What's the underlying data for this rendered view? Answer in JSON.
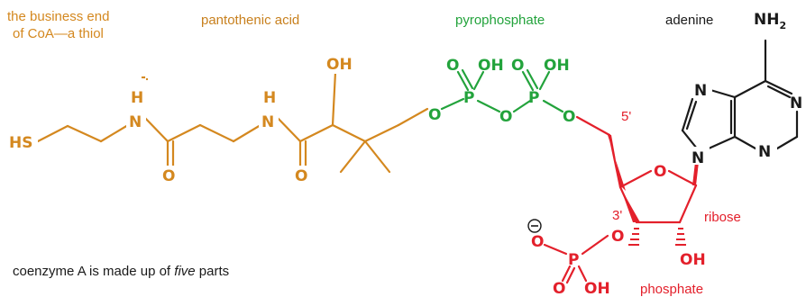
{
  "colors": {
    "thiol": "#d4881f",
    "pantothenic": "#c8801e",
    "pyrophosphate": "#23a33c",
    "ribose": "#e3202b",
    "phosphate": "#e3202b",
    "adenine": "#1a1a1a"
  },
  "labels": {
    "thiol_line1": "the business end",
    "thiol_line2": "of CoA—a thiol",
    "pantothenic": "pantothenic acid",
    "pyrophosphate": "pyrophosphate",
    "adenine": "adenine",
    "ribose": "ribose",
    "phosphate": "phosphate",
    "caption_pre": "coenzyme A is made up of ",
    "caption_em": "five",
    "caption_post": " parts"
  },
  "atoms": {
    "hs": "HS",
    "n": "N",
    "h": "H",
    "o": "O",
    "oh": "OH",
    "p": "P",
    "nh": "NH",
    "nh_sub": "2",
    "minus": "−"
  },
  "locants": {
    "five_prime": "5'",
    "three_prime": "3'"
  }
}
